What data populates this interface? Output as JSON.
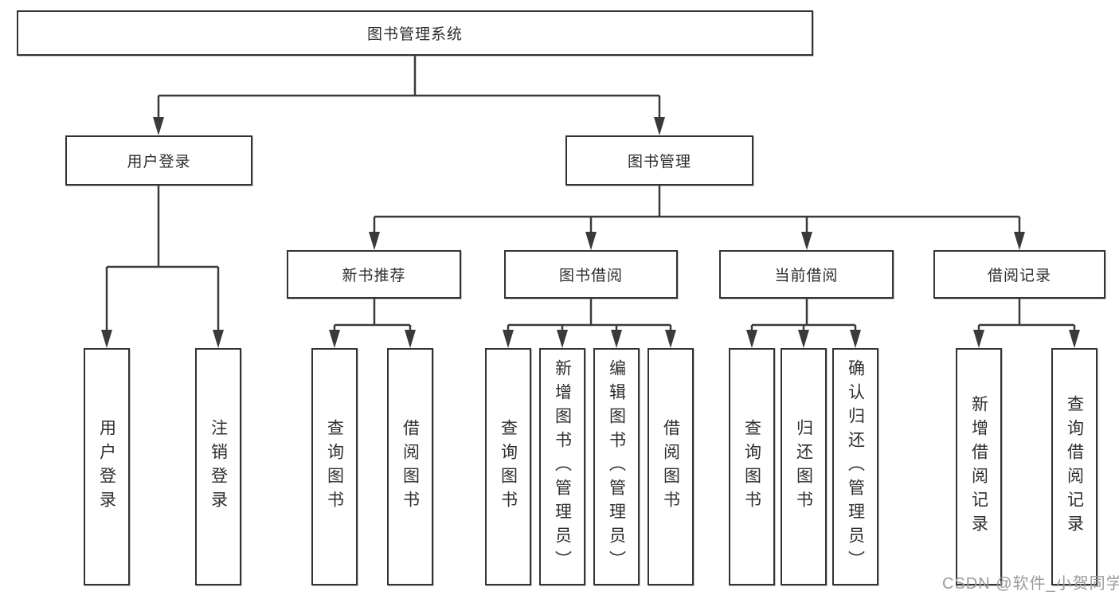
{
  "diagram_title": "图书管理系统",
  "nodes": {
    "root": {
      "label": "图书管理系统"
    },
    "user_login": {
      "label": "用户登录"
    },
    "book_mgmt": {
      "label": "图书管理"
    },
    "new_book_rec": {
      "label": "新书推荐"
    },
    "book_borrow": {
      "label": "图书借阅"
    },
    "current_borrow": {
      "label": "当前借阅"
    },
    "borrow_record": {
      "label": "借阅记录"
    },
    "leaf_user_login": {
      "label": "用户登录"
    },
    "leaf_logout": {
      "label": "注销登录"
    },
    "leaf_query_book_rec": {
      "label": "查询图书"
    },
    "leaf_borrow_book_rec": {
      "label": "借阅图书"
    },
    "leaf_query_book_borrow": {
      "label": "查询图书"
    },
    "leaf_add_book": {
      "label": "新增图书（管理员）"
    },
    "leaf_edit_book": {
      "label": "编辑图书（管理员）"
    },
    "leaf_borrow_book_borrow": {
      "label": "借阅图书"
    },
    "leaf_query_book_current": {
      "label": "查询图书"
    },
    "leaf_return_book": {
      "label": "归还图书"
    },
    "leaf_confirm_return": {
      "label": "确认归还（管理员）"
    },
    "leaf_add_borrow_record": {
      "label": "新增借阅记录"
    },
    "leaf_query_borrow_record": {
      "label": "查询借阅记录"
    }
  },
  "hierarchy": {
    "图书管理系统": {
      "用户登录": [
        "用户登录",
        "注销登录"
      ],
      "图书管理": {
        "新书推荐": [
          "查询图书",
          "借阅图书"
        ],
        "图书借阅": [
          "查询图书",
          "新增图书（管理员）",
          "编辑图书（管理员）",
          "借阅图书"
        ],
        "当前借阅": [
          "查询图书",
          "归还图书",
          "确认归还（管理员）"
        ],
        "借阅记录": [
          "新增借阅记录",
          "查询借阅记录"
        ]
      }
    }
  },
  "watermark": "CSDN @软件_小贺同学",
  "colors": {
    "line": "#3a3a3a",
    "box_border": "#333333",
    "box_fill": "#ffffff",
    "text": "#2d2d2d",
    "watermark": "#9b9b9d",
    "background": "#ffffff"
  }
}
